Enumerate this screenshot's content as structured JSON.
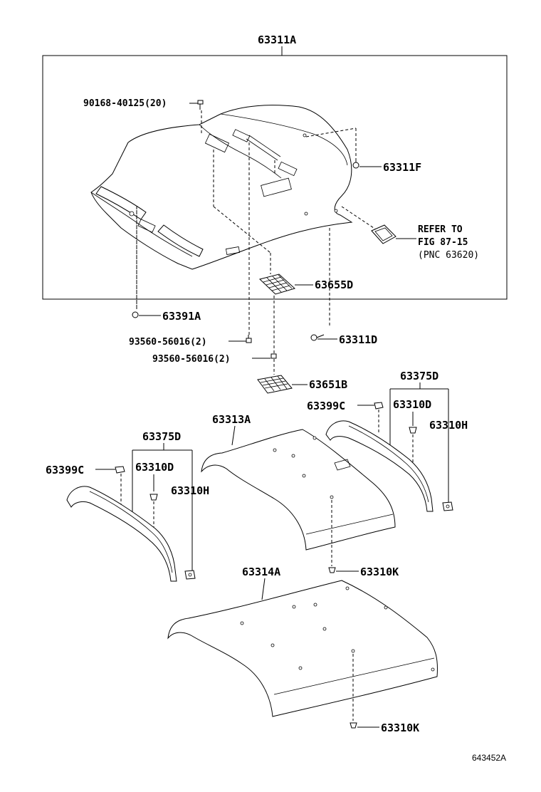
{
  "labels": {
    "headliner": "63311A",
    "screw_90168": "90168-40125(20)",
    "clip_f": "63311F",
    "refer_line1": "REFER TO",
    "refer_line2": "FIG 87-15",
    "refer_line3": "(PNC 63620)",
    "pad_d": "63655D",
    "clip_a": "63391A",
    "clip_d_top": "63311D",
    "screw_93560_a": "93560-56016(2)",
    "screw_93560_b": "93560-56016(2)",
    "pad_b": "63651B",
    "rail_right": "63375D",
    "clip_c_right": "63399C",
    "clip_d_right": "63310D",
    "clip_h_right": "63310H",
    "panel_a": "63313A",
    "rail_left": "63375D",
    "clip_c_left": "63399C",
    "clip_d_left": "63310D",
    "clip_h_left": "63310H",
    "clip_k_upper": "63310K",
    "panel_b": "63314A",
    "clip_k_lower": "63310K",
    "figure_id": "643452A"
  }
}
